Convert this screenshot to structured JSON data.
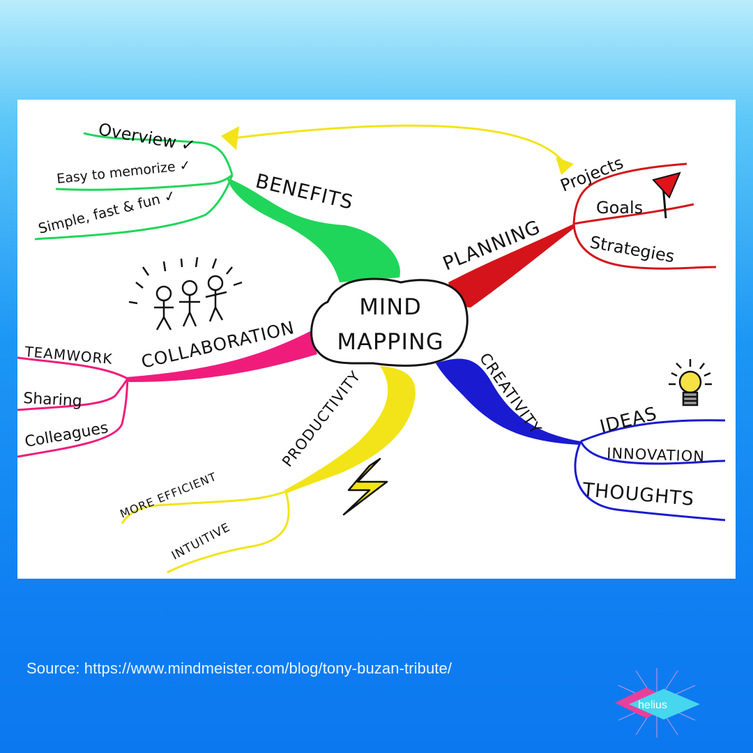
{
  "center": {
    "line1": "MIND",
    "line2": "MAPPING"
  },
  "branches": {
    "benefits": {
      "label": "BENEFITS",
      "color": "#1fd65a",
      "items": [
        "Overview ✓",
        "Easy to memorize ✓",
        "Simple, fast & fun ✓"
      ]
    },
    "planning": {
      "label": "PLANNING",
      "color": "#d4141a",
      "items": [
        "Projects",
        "Goals",
        "Strategies"
      ]
    },
    "collaboration": {
      "label": "COLLABORATION",
      "color": "#f01c7c",
      "items": [
        "TEAMWORK",
        "Sharing",
        "Colleagues"
      ]
    },
    "creativity": {
      "label": "CREATIVITY",
      "color": "#1a1ad0",
      "items": [
        "IDEAS",
        "INNOVATION",
        "THOUGHTS"
      ]
    },
    "productivity": {
      "label": "PRODUCTIVITY",
      "color": "#f2e418",
      "items": [
        "MORE EFFICIENT",
        "INTUITIVE"
      ]
    }
  },
  "source_text": "Source: https://www.mindmeister.com/blog/tony-buzan-tribute/",
  "logo_text": "helius",
  "colors": {
    "background_top": "#b9ecfc",
    "background_bottom": "#0c78ef",
    "logo_pink": "#e8409a",
    "logo_cyan": "#46d6ee"
  },
  "icons": [
    "stick-figures-icon",
    "light-bulb-icon",
    "lightning-bolt-icon",
    "flag-icon",
    "check-mark-icon"
  ]
}
